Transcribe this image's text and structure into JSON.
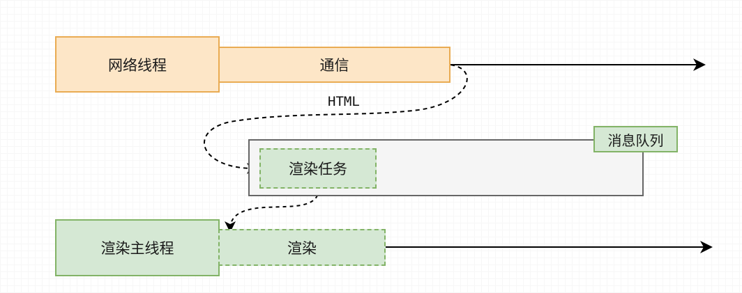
{
  "network_thread": {
    "label": "网络线程",
    "communication_label": "通信"
  },
  "message_queue": {
    "label": "消息队列",
    "render_task_label": "渲染任务"
  },
  "main_thread": {
    "label": "渲染主线程",
    "render_label": "渲染"
  },
  "edge_labels": {
    "html": "HTML"
  },
  "colors": {
    "orange_fill": "#fde6c7",
    "orange_stroke": "#e9ab52",
    "green_fill": "#d5e8d4",
    "green_stroke": "#82b366",
    "queue_fill": "#f5f5f5",
    "queue_stroke": "#666666"
  }
}
